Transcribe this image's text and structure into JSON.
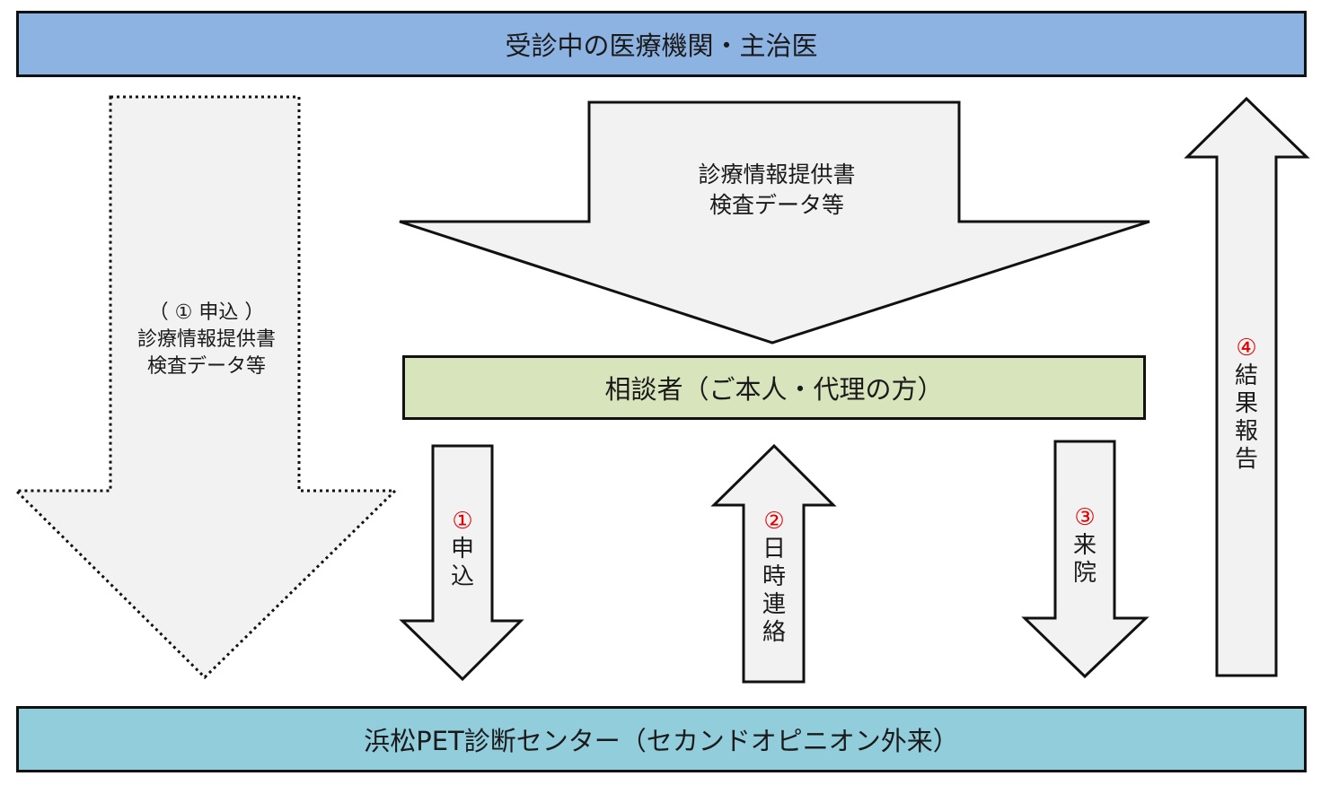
{
  "top_box": "受診中の医療機関・主治医",
  "middle_box": "相談者（ご本人・代理の方）",
  "bottom_box": "浜松PET診断センター（セカンドオピニオン外来）",
  "left_arrow": [
    "（ ① 申込 ）",
    "診療情報提供書",
    "検査データ等"
  ],
  "center_arrow": [
    "診療情報提供書",
    "検査データ等"
  ],
  "steps": [
    {
      "num": "①",
      "chars": [
        "申",
        "込"
      ]
    },
    {
      "num": "②",
      "chars": [
        "日",
        "時",
        "連",
        "絡"
      ]
    },
    {
      "num": "③",
      "chars": [
        "来",
        "院"
      ]
    },
    {
      "num": "④",
      "chars": [
        "結",
        "果",
        "報",
        "告"
      ]
    }
  ],
  "colors": {
    "top_box": "#8db3e2",
    "middle_box": "#d8e4bc",
    "bottom_box": "#92cddc",
    "arrow_fill": "#f2f2f2",
    "step_number": "#e00000"
  }
}
